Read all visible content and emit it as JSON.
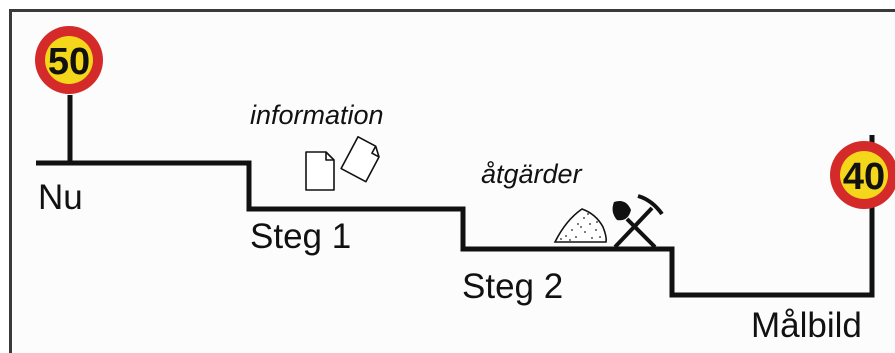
{
  "steps": {
    "now": "Nu",
    "step1": "Steg 1",
    "step2": "Steg 2",
    "target": "Målbild"
  },
  "annotations": {
    "information": "information",
    "measures": "åtgärder"
  },
  "signs": {
    "current_limit": "50",
    "target_limit": "40"
  },
  "icons": [
    "document-icon",
    "document-tilted-icon",
    "sand-pile-icon",
    "shovel-icon",
    "pickaxe-icon"
  ],
  "colors": {
    "sign_ring": "#d42a2a",
    "sign_fill": "#f4d61a",
    "line": "#111111",
    "background": "#fcfcfc"
  }
}
